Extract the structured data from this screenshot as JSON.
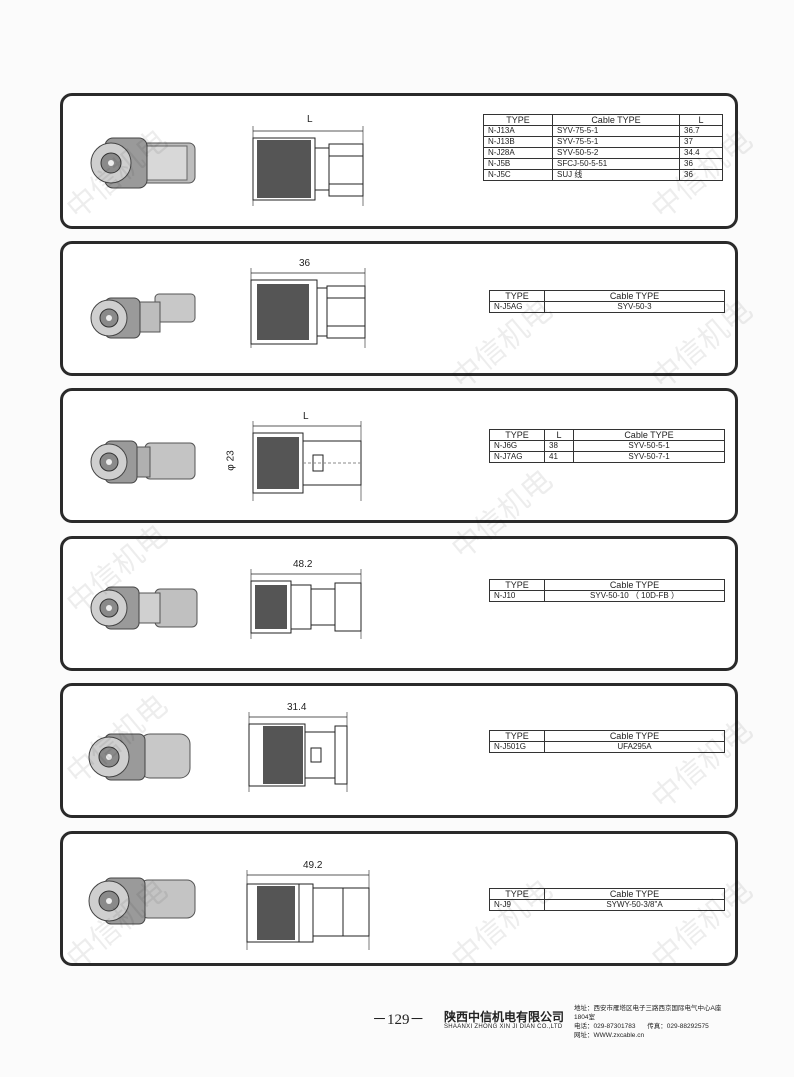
{
  "watermark_text": "中信机电",
  "products": [
    {
      "id": "p1",
      "dimension_label": "L",
      "table": {
        "headers": [
          "TYPE",
          "Cable TYPE",
          "L"
        ],
        "rows": [
          [
            "N-J13A",
            "SYV-75-5-1",
            "36.7"
          ],
          [
            "N-J13B",
            "SYV-75-5-1",
            "37"
          ],
          [
            "N-J28A",
            "SYV-50-5-2",
            "34.4"
          ],
          [
            "N-J5B",
            "SFCJ-50-5-51",
            "36"
          ],
          [
            "N-J5C",
            "SUJ 线",
            "36"
          ]
        ]
      }
    },
    {
      "id": "p2",
      "dimension_label": "36",
      "table": {
        "headers": [
          "TYPE",
          "Cable TYPE"
        ],
        "rows": [
          [
            "N-J5AG",
            "SYV-50-3"
          ]
        ]
      }
    },
    {
      "id": "p3",
      "dimension_label": "L",
      "side_dimension_label": "φ 23",
      "table": {
        "headers": [
          "TYPE",
          "L",
          "Cable TYPE"
        ],
        "rows": [
          [
            "N-J6G",
            "38",
            "SYV-50-5-1"
          ],
          [
            "N-J7AG",
            "41",
            "SYV-50-7-1"
          ]
        ]
      }
    },
    {
      "id": "p4",
      "dimension_label": "48.2",
      "table": {
        "headers": [
          "TYPE",
          "Cable TYPE"
        ],
        "rows": [
          [
            "N-J10",
            "SYV-50-10 （ 10D-FB ）"
          ]
        ]
      }
    },
    {
      "id": "p5",
      "dimension_label": "31.4",
      "table": {
        "headers": [
          "TYPE",
          "Cable TYPE"
        ],
        "rows": [
          [
            "N-J501G",
            "UFA295A"
          ]
        ]
      }
    },
    {
      "id": "p6",
      "dimension_label": "49.2",
      "table": {
        "headers": [
          "TYPE",
          "Cable TYPE"
        ],
        "rows": [
          [
            "N-J9",
            "SYWY-50-3/8\"A"
          ]
        ]
      }
    }
  ],
  "footer": {
    "page_number": "－129－",
    "company_cn": "陕西中信机电有限公司",
    "company_en": "SHAANXI ZHONG XIN JI DIAN CO.,LTD",
    "address": "地址：西安市雁塔区电子三路西京国际电气中心A座1804室",
    "phone": "电话：029-87301783",
    "fax": "传真：029-88292575",
    "website": "网址：WWW.zxcable.cn"
  }
}
